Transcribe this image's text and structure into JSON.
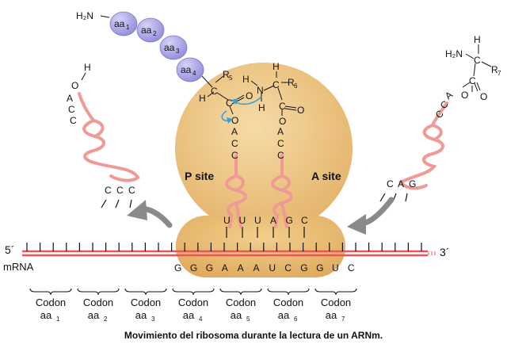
{
  "labels": {
    "five_prime": "5´",
    "three_prime": "3´",
    "mrna": "mRNA",
    "p_site": "P site",
    "a_site": "A site",
    "caption": "Movimiento del ribosoma durante la lectura de un ARNm."
  },
  "mrna_bases": [
    "G",
    "G",
    "G",
    "A",
    "A",
    "A",
    "U",
    "C",
    "G",
    "G",
    "U",
    "C"
  ],
  "p_anticodon": [
    "U",
    "U",
    "U"
  ],
  "a_anticodon": [
    "A",
    "G",
    "C"
  ],
  "exit_anticodon": [
    "C",
    "C",
    "C"
  ],
  "enter_anticodon": [
    "C",
    "A",
    "G"
  ],
  "acc": [
    "A",
    "C",
    "C"
  ],
  "codons": [
    {
      "word": "Codon",
      "aa": "aa",
      "n": "1"
    },
    {
      "word": "Codon",
      "aa": "aa",
      "n": "2"
    },
    {
      "word": "Codon",
      "aa": "aa",
      "n": "3"
    },
    {
      "word": "Codon",
      "aa": "aa",
      "n": "4"
    },
    {
      "word": "Codon",
      "aa": "aa",
      "n": "5"
    },
    {
      "word": "Codon",
      "aa": "aa",
      "n": "6"
    },
    {
      "word": "Codon",
      "aa": "aa",
      "n": "7"
    }
  ],
  "chain": {
    "h2n": "H₂N",
    "beads": [
      {
        "aa": "aa",
        "n": "1"
      },
      {
        "aa": "aa",
        "n": "2"
      },
      {
        "aa": "aa",
        "n": "3"
      },
      {
        "aa": "aa",
        "n": "4"
      }
    ]
  },
  "chem": {
    "H": "H",
    "C": "C",
    "O": "O",
    "N": "N",
    "R": "R",
    "r5": "5",
    "r6": "6",
    "r7": "7",
    "H2N": "H₂N"
  },
  "colors": {
    "ribosome": "#ecc27a",
    "ribosome_edge": "#d9a24e",
    "trna": "#f09a96",
    "mrna": "#e8565c",
    "bead": "#a9a3e6",
    "arrow": "#888888",
    "curved_arrow": "#3aa0d8"
  }
}
